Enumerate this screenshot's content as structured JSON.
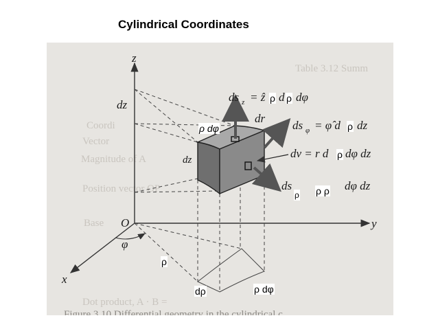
{
  "title": "Cylindrical Coordinates",
  "axes": {
    "z": "z",
    "y": "y",
    "x": "x",
    "origin": "O",
    "phi": "φ"
  },
  "labels": {
    "dz_left": "dz",
    "dz_front": "dz",
    "dr": "dr",
    "rho_dphi_top": "ρ dφ",
    "dsz_prefix": "ds",
    "dsz_sub": "z",
    "dsz_eq": "= ẑ",
    "dsz_rho1": "ρ",
    "dsz_mid": "d",
    "dsz_rho2": "ρ",
    "dsz_tail": "dφ",
    "dsphi_prefix": "ds",
    "dsphi_sub": "φ",
    "dsphi_eq": "= φ̂ d",
    "dsphi_rho": "ρ",
    "dsphi_tail": "dz",
    "dv_main": "dv = r d",
    "dv_rho": "ρ",
    "dv_tail": "dφ dz",
    "dsrho_prefix": "ds",
    "dsrho_sub": "ρ",
    "dsrho_hat": "ρ ρ",
    "dsrho_tail": "dφ dz",
    "rho_floor": "ρ",
    "drho_floor": "dρ",
    "rho_dphi_floor": "ρ dφ"
  },
  "background_text": {
    "table_title": "Table 3.12 Summ",
    "row1": "Coordi",
    "row2": "Vector",
    "row3": "Magnitude of A",
    "row4": "Position vector OP",
    "row5": "Base",
    "row6": "Dot product, A · B =",
    "caption": "Figure 3.10 Differential geometry in the cylindrical c"
  },
  "colors": {
    "scan_bg": "#e7e5e1",
    "volume_front": "#6f6f6f",
    "volume_top": "#a9a9a9",
    "volume_side": "#8a8a8a"
  }
}
